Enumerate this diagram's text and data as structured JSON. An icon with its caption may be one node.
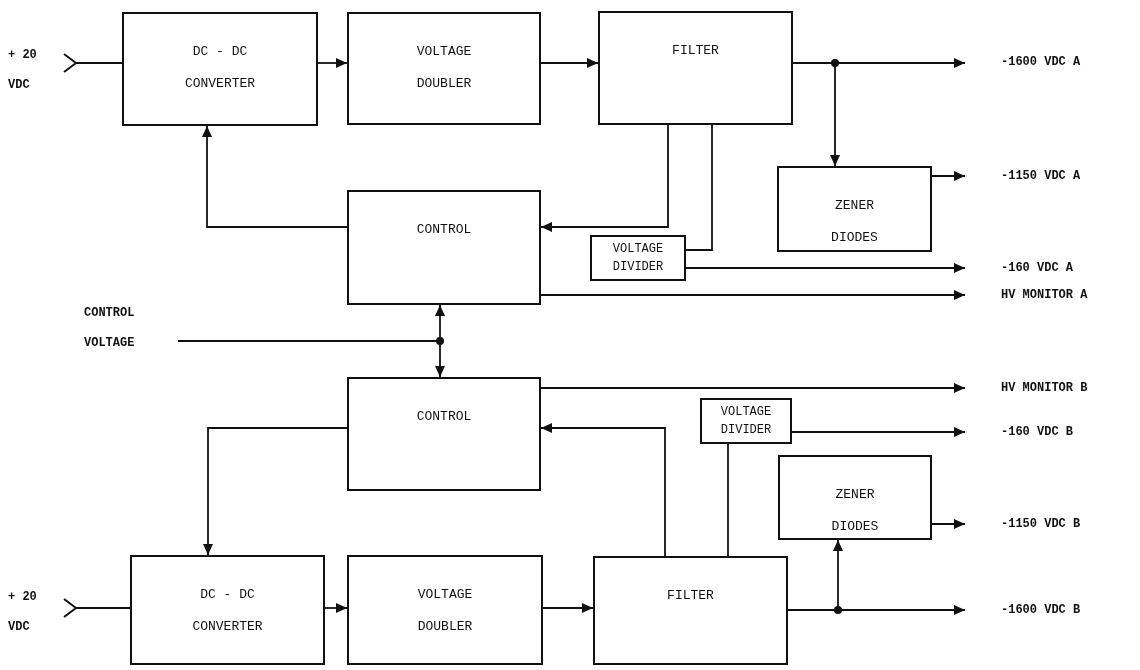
{
  "diagram": {
    "nodes": [
      {
        "text": [
          "+ 20 VDC"
        ]
      },
      {
        "text": [
          "DC - DC CONVERTER"
        ]
      },
      {
        "text": [
          "VOLTAGE DOUBLER"
        ]
      },
      {
        "text": [
          "FILTER"
        ]
      },
      {
        "text": [
          "ZENER DIODES"
        ]
      },
      {
        "text": [
          "CONTROL"
        ]
      },
      {
        "text": [
          "VOLTAGE DIVIDER"
        ]
      },
      {
        "text": [
          "-1600 VDC A"
        ]
      },
      {
        "text": [
          "-1150 VDC A"
        ]
      },
      {
        "text": [
          "-160 VDC A"
        ]
      },
      {
        "text": [
          "HV MONITOR A"
        ]
      },
      {
        "text": [
          "CONTROL VOLTAGE"
        ]
      },
      {
        "text": [
          "CONTROL"
        ]
      },
      {
        "text": [
          "VOLTAGE DIVIDER"
        ]
      },
      {
        "text": [
          "ZENER DIODES"
        ]
      },
      {
        "text": [
          "+ 20 VDC"
        ]
      },
      {
        "text": [
          "DC - DC CONVERTER"
        ]
      },
      {
        "text": [
          "VOLTAGE DOUBLER"
        ]
      },
      {
        "text": [
          "FILTER"
        ]
      },
      {
        "text": [
          "HV MONITOR B"
        ]
      },
      {
        "text": [
          "-160 VDC B"
        ]
      },
      {
        "text": [
          "-1150 VDC B"
        ]
      },
      {
        "text": [
          "-1600 VDC B"
        ]
      }
    ],
    "edges": [
      {
        "from": 0,
        "to": 1,
        "arrow": "other"
      },
      {
        "from": 1,
        "to": 2,
        "arrow": "to"
      },
      {
        "from": 2,
        "to": 3,
        "arrow": "to"
      },
      {
        "from": 3,
        "to": 7,
        "arrow": "to"
      },
      {
        "from": 3,
        "to": 4,
        "arrow": "to"
      },
      {
        "from": 4,
        "to": 8,
        "arrow": "to"
      },
      {
        "from": 3,
        "to": 5,
        "arrow": "to"
      },
      {
        "from": 3,
        "to": 6,
        "arrow": "none"
      },
      {
        "from": 6,
        "to": 9,
        "arrow": "to"
      },
      {
        "from": 5,
        "to": 1,
        "arrow": "to"
      },
      {
        "from": 5,
        "to": 10,
        "arrow": "to"
      },
      {
        "from": 11,
        "to": 5,
        "arrow": "to"
      },
      {
        "from": 11,
        "to": 12,
        "arrow": "to"
      },
      {
        "from": 15,
        "to": 16,
        "arrow": "other"
      },
      {
        "from": 16,
        "to": 17,
        "arrow": "to"
      },
      {
        "from": 17,
        "to": 18,
        "arrow": "to"
      },
      {
        "from": 18,
        "to": 22,
        "arrow": "to"
      },
      {
        "from": 18,
        "to": 14,
        "arrow": "to"
      },
      {
        "from": 14,
        "to": 21,
        "arrow": "to"
      },
      {
        "from": 18,
        "to": 12,
        "arrow": "to"
      },
      {
        "from": 18,
        "to": 13,
        "arrow": "none"
      },
      {
        "from": 13,
        "to": 20,
        "arrow": "to"
      },
      {
        "from": 12,
        "to": 16,
        "arrow": "to"
      },
      {
        "from": 12,
        "to": 19,
        "arrow": "to"
      }
    ]
  }
}
